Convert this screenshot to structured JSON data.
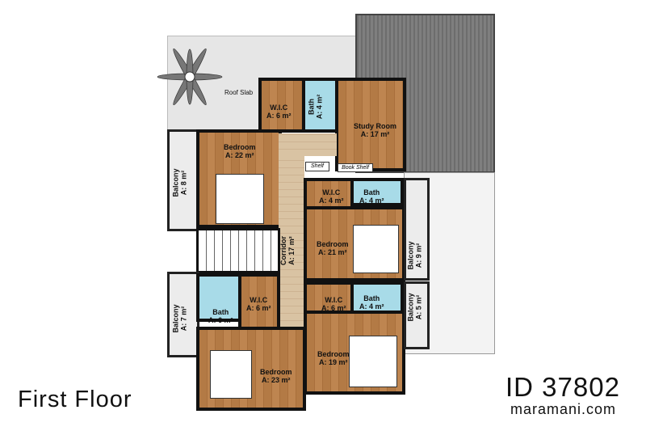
{
  "plan": {
    "title": "First Floor",
    "plan_id": "ID 37802",
    "website": "maramani.com",
    "roof_slab": "Roof Slab",
    "rooms": {
      "wic_top": {
        "name": "W.I.C",
        "area": "A: 6 m²"
      },
      "bath_top": {
        "name": "Bath",
        "area": "A: 4 m²"
      },
      "study": {
        "name": "Study Room",
        "area": "A: 17 m²"
      },
      "bedroom_nw": {
        "name": "Bedroom",
        "area": "A: 22 m²"
      },
      "balcony_nw": {
        "name": "Balcony",
        "area": "A: 8 m²"
      },
      "shelf": {
        "name": "Shelf"
      },
      "book_shelf": {
        "name": "Book Shelf"
      },
      "wic_e": {
        "name": "W.I.C",
        "area": "A: 4 m²"
      },
      "bath_e": {
        "name": "Bath",
        "area": "A: 4 m²"
      },
      "bedroom_e": {
        "name": "Bedroom",
        "area": "A: 21 m²"
      },
      "balcony_e": {
        "name": "Balcony",
        "area": "A: 9 m²"
      },
      "corridor": {
        "name": "Corridor",
        "area": "A: 17 m²"
      },
      "bath_sw": {
        "name": "Bath",
        "area": "A: 6 m²"
      },
      "wic_sw": {
        "name": "W.I.C",
        "area": "A: 6 m²"
      },
      "balcony_sw": {
        "name": "Balcony",
        "area": "A: 7 m²"
      },
      "bedroom_sw": {
        "name": "Bedroom",
        "area": "A: 23 m²"
      },
      "wic_se": {
        "name": "W.I.C",
        "area": "A: 6 m²"
      },
      "bath_se": {
        "name": "Bath",
        "area": "A: 4 m²"
      },
      "bedroom_se": {
        "name": "Bedroom",
        "area": "A: 19 m²"
      },
      "balcony_se": {
        "name": "Balcony",
        "area": "A: 5 m²"
      }
    }
  }
}
